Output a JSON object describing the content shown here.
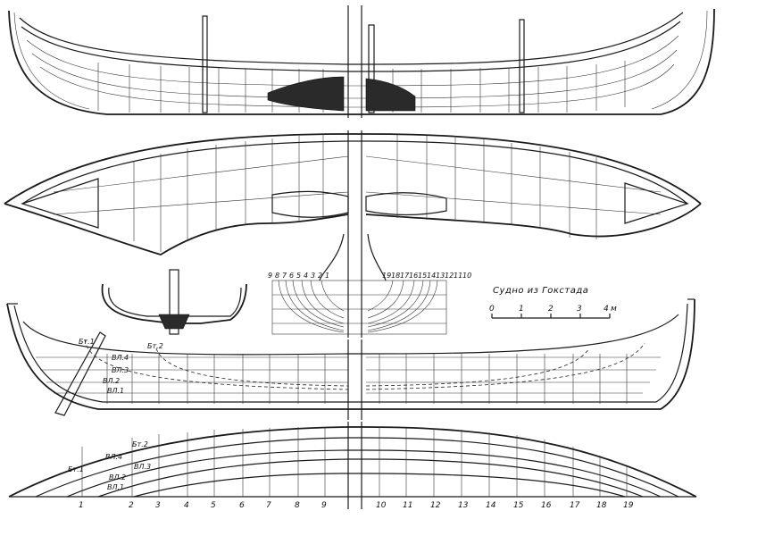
{
  "title": "Судно из Гокстада",
  "scale": {
    "ticks": [
      "0",
      "1",
      "2",
      "3",
      "4"
    ],
    "unit": "м"
  },
  "body_plan_aft_labels": [
    "9",
    "8",
    "7",
    "6",
    "5",
    "4",
    "3",
    "2",
    "1"
  ],
  "body_plan_fwd_labels": [
    "19",
    "18",
    "17",
    "16",
    "15",
    "14",
    "13",
    "12",
    "11",
    "10"
  ],
  "profile_labels": {
    "bt1": "Бт.1",
    "bt2": "Бт.2",
    "wl4": "ВЛ.4",
    "wl3": "ВЛ.3",
    "wl2": "ВЛ.2",
    "wl1": "ВЛ.1"
  },
  "halfbreadth_labels": {
    "bt1": "Бт.1",
    "bt2": "Бт.2",
    "wl4": "ВЛ.4",
    "wl3": "ВЛ.3",
    "wl2": "ВЛ.2",
    "wl1": "ВЛ.1"
  },
  "station_numbers": [
    "1",
    "2",
    "3",
    "4",
    "5",
    "6",
    "7",
    "8",
    "9",
    "10",
    "11",
    "12",
    "13",
    "14",
    "15",
    "16",
    "17",
    "18",
    "19"
  ]
}
